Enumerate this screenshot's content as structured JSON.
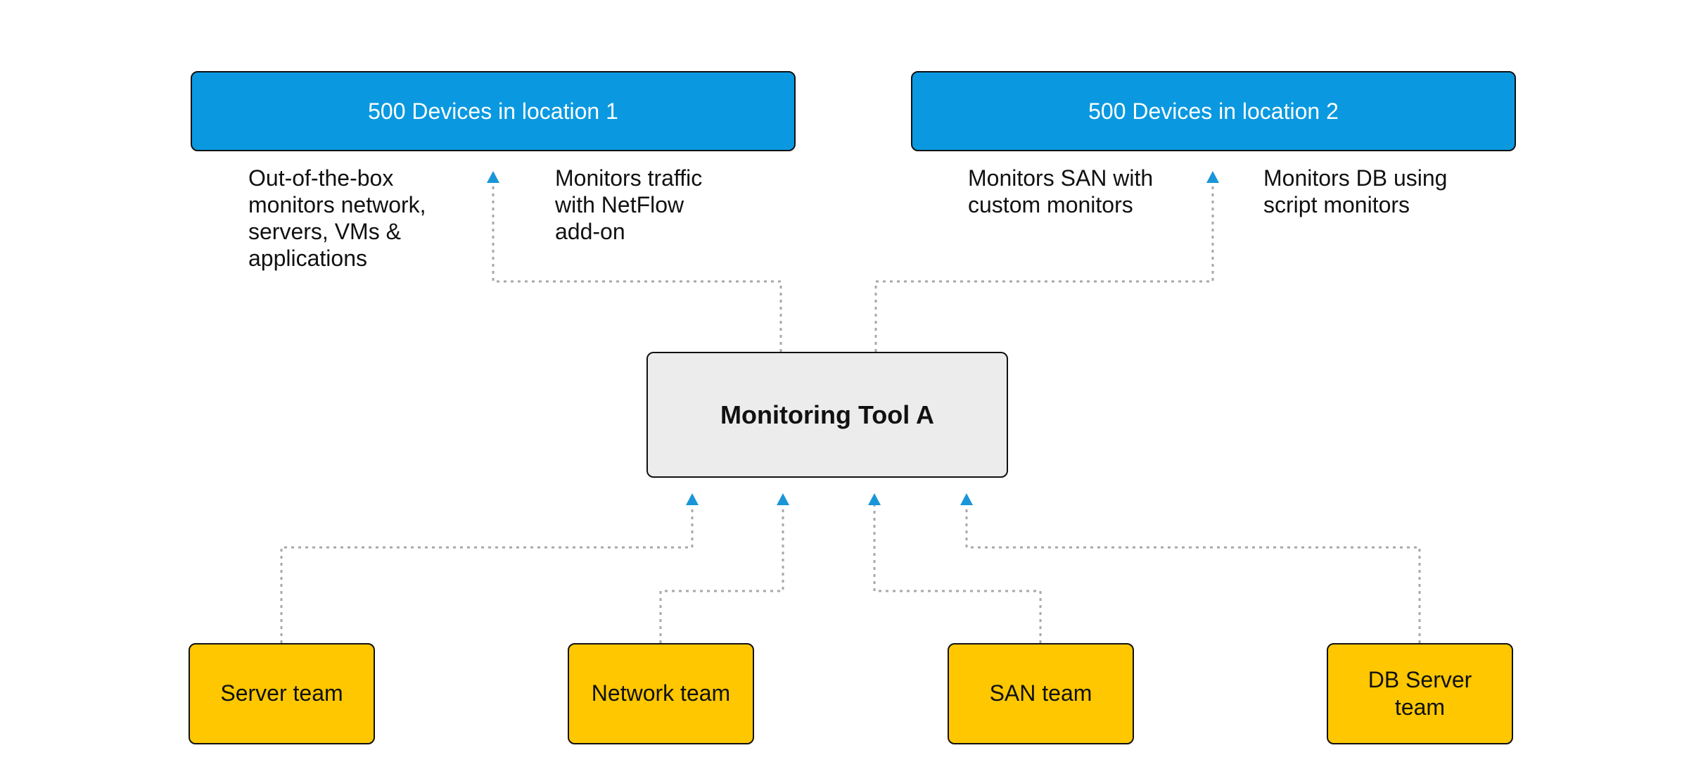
{
  "diagram": {
    "locations": [
      {
        "label": "500 Devices in location 1"
      },
      {
        "label": "500 Devices in location 2"
      }
    ],
    "notes": [
      "Out-of-the-box\nmonitors network,\nservers, VMs &\napplications",
      "Monitors traffic\nwith NetFlow\nadd-on",
      "Monitors SAN with\ncustom monitors",
      "Monitors DB using\nscript monitors"
    ],
    "tool": {
      "label": "Monitoring Tool A"
    },
    "teams": [
      {
        "label": "Server team"
      },
      {
        "label": "Network team"
      },
      {
        "label": "SAN team"
      },
      {
        "label": "DB Server team"
      }
    ],
    "colors": {
      "location_fill": "#0a99e0",
      "tool_fill": "#ececec",
      "team_fill": "#fec700",
      "connector": "#a8a8a8",
      "arrowhead": "#1a96d8",
      "border": "#111111"
    }
  }
}
